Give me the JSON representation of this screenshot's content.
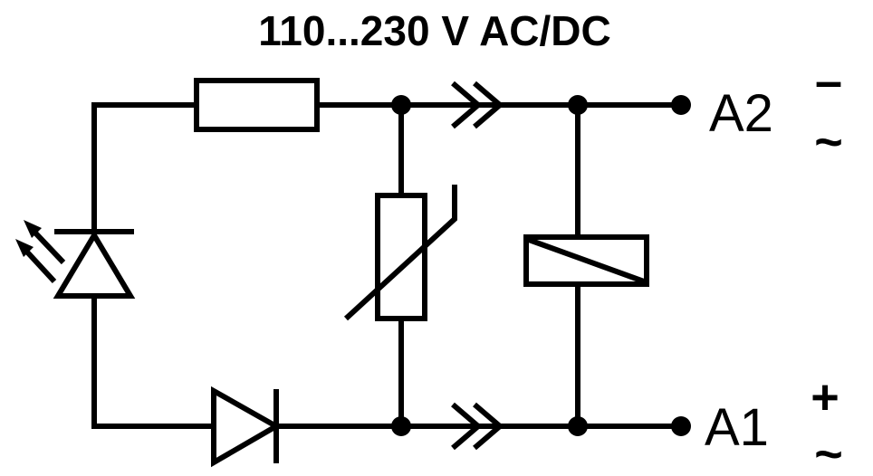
{
  "title": "110...230 V AC/DC",
  "terminals": {
    "top": {
      "label": "A2",
      "polarity": "–",
      "ac_symbol": "~"
    },
    "bottom": {
      "label": "A1",
      "polarity": "+",
      "ac_symbol": "~"
    }
  },
  "components": [
    "resistor",
    "led",
    "diode",
    "varistor",
    "relay-coil"
  ],
  "colors": {
    "line": "#000000",
    "background": "#ffffff"
  }
}
